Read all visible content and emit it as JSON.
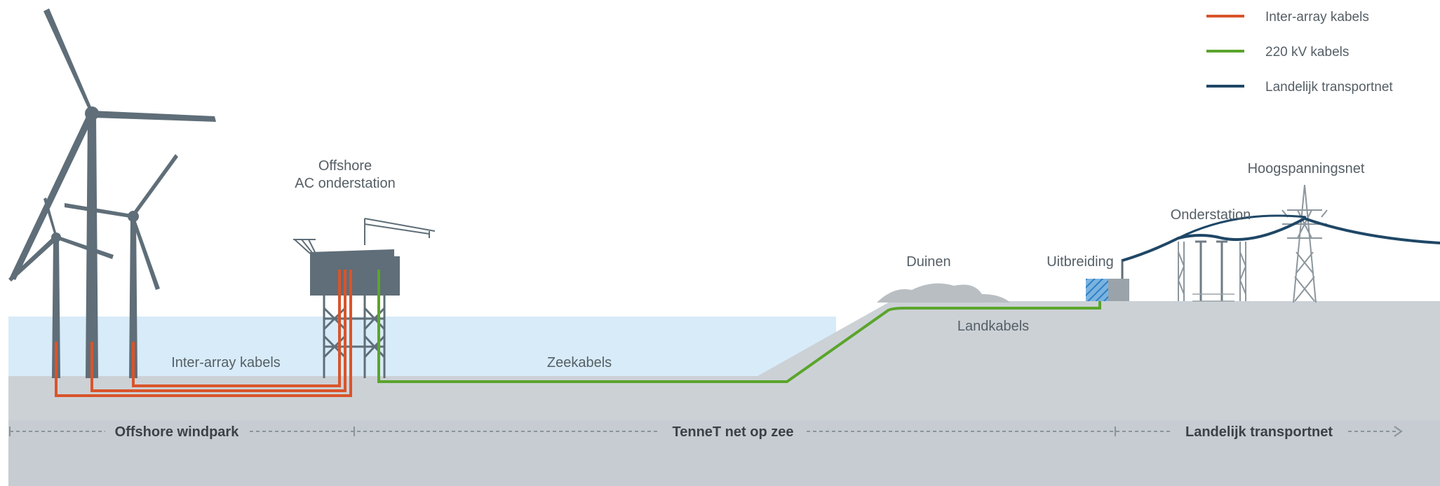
{
  "legend": [
    {
      "label": "Inter-array kabels",
      "color": "#d9542a"
    },
    {
      "label": "220 kV kabels",
      "color": "#5aa52c"
    },
    {
      "label": "Landelijk transportnet",
      "color": "#1f4766"
    }
  ],
  "labels": {
    "offshore_station": [
      "Offshore",
      "AC onderstation"
    ],
    "inter_array": "Inter-array kabels",
    "zeekabels": "Zeekabels",
    "duinen": "Duinen",
    "landkabels": "Landkabels",
    "uitbreiding": "Uitbreiding",
    "onderstation": "Onderstation",
    "hoogspanningsnet": "Hoogspanningsnet"
  },
  "sections": [
    {
      "label": "Offshore windpark"
    },
    {
      "label": "TenneT net op zee"
    },
    {
      "label": "Landelijk transportnet"
    }
  ],
  "colors": {
    "sea": "#d8ebf8",
    "seabed": "#ccd1d6",
    "ground_dark": "#c3c9cf",
    "structure": "#5f6e78",
    "inter_array": "#d9542a",
    "cable_220kv": "#5aa52c",
    "transport": "#1f4766",
    "hatch": "#3f8fd0"
  }
}
